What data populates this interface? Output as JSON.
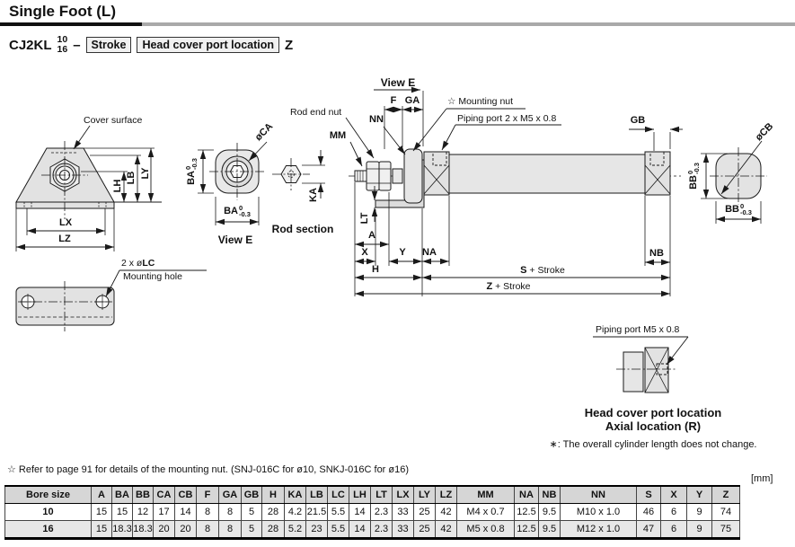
{
  "page": {
    "title": "Single Foot (L)"
  },
  "model": {
    "prefix": "CJ2KL",
    "bore_top": "10",
    "bore_bottom": "16",
    "dash": "–",
    "box1": "Stroke",
    "box2": "Head cover port location",
    "suffix": "Z"
  },
  "diagram": {
    "labels": {
      "cover_surface": "Cover surface",
      "lh": "LH",
      "lb": "LB",
      "ly": "LY",
      "lx": "LX",
      "lz": "LZ",
      "ba": "BA",
      "bb": "BB",
      "tol_top": "0",
      "tol_bottom": "-0.3",
      "oca": "øCA",
      "ocb": "øCB",
      "view_e": "View E",
      "rod_section": "Rod section",
      "ka": "KA",
      "rod_end_nut": "Rod end nut",
      "mm": "MM",
      "nn": "NN",
      "f": "F",
      "ga": "GA",
      "gb": "GB",
      "nb": "NB",
      "lt": "LT",
      "mounting_nut": "☆ Mounting nut",
      "piping_port_2": "Piping port 2 x M5 x 0.8",
      "a": "A",
      "x": "X",
      "y": "Y",
      "na": "NA",
      "h": "H",
      "s": "S",
      "z": "Z",
      "plus_stroke": " + Stroke",
      "lc_prefix": "2 x ø",
      "lc": "LC",
      "mounting_hole": "Mounting hole",
      "piping_port_m5": "Piping port M5 x 0.8",
      "head_cover_line1": "Head cover port location",
      "head_cover_line2": "Axial location (R)",
      "note": "∗: The overall cylinder length does not change."
    }
  },
  "footnote": "☆ Refer to page 91 for details of the mounting nut. (SNJ-016C for ø10, SNKJ-016C for ø16)",
  "units": "[mm]",
  "table": {
    "headers": [
      "Bore size",
      "A",
      "BA",
      "BB",
      "CA",
      "CB",
      "F",
      "GA",
      "GB",
      "H",
      "KA",
      "LB",
      "LC",
      "LH",
      "LT",
      "LX",
      "LY",
      "LZ",
      "MM",
      "NA",
      "NB",
      "NN",
      "S",
      "X",
      "Y",
      "Z"
    ],
    "rows": [
      [
        "10",
        "15",
        "15",
        "12",
        "17",
        "14",
        "8",
        "8",
        "5",
        "28",
        "4.2",
        "21.5",
        "5.5",
        "14",
        "2.3",
        "33",
        "25",
        "42",
        "M4 x 0.7",
        "12.5",
        "9.5",
        "M10 x 1.0",
        "46",
        "6",
        "9",
        "74"
      ],
      [
        "16",
        "15",
        "18.3",
        "18.3",
        "20",
        "20",
        "8",
        "8",
        "5",
        "28",
        "5.2",
        "23",
        "5.5",
        "14",
        "2.3",
        "33",
        "25",
        "42",
        "M5 x 0.8",
        "12.5",
        "9.5",
        "M12 x 1.0",
        "47",
        "6",
        "9",
        "75"
      ]
    ]
  }
}
